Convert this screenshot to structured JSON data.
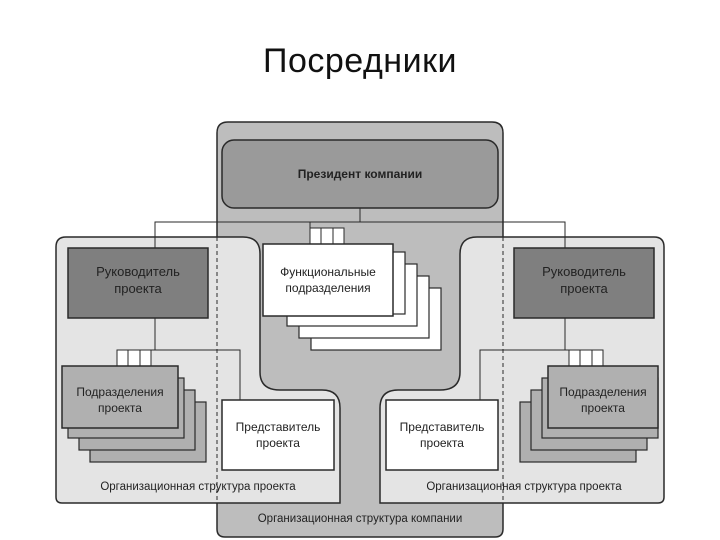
{
  "slide": {
    "title": "Посредники"
  },
  "diagram": {
    "president": "Президент компании",
    "functional_units": [
      "Функциональные",
      "подразделения"
    ],
    "left": {
      "manager": [
        "Руководитель",
        "проекта"
      ],
      "units": [
        "Подразделения",
        "проекта"
      ],
      "representative": [
        "Представитель",
        "проекта"
      ],
      "caption": "Организационная структура проекта"
    },
    "right": {
      "manager": [
        "Руководитель",
        "проекта"
      ],
      "units": [
        "Подразделения",
        "проекта"
      ],
      "representative": [
        "Представитель",
        "проекта"
      ],
      "caption": "Организационная структура проекта"
    },
    "company_caption": "Организационная структура компании"
  },
  "colors": {
    "company_fill": "#bdbdbd",
    "president_fill": "#9a9a9a",
    "project_fill": "#e4e4e4",
    "manager_fill": "#7f7f7f",
    "unit_fill": "#b0b0b0",
    "white": "#ffffff",
    "stroke": "#2a2a2a"
  }
}
